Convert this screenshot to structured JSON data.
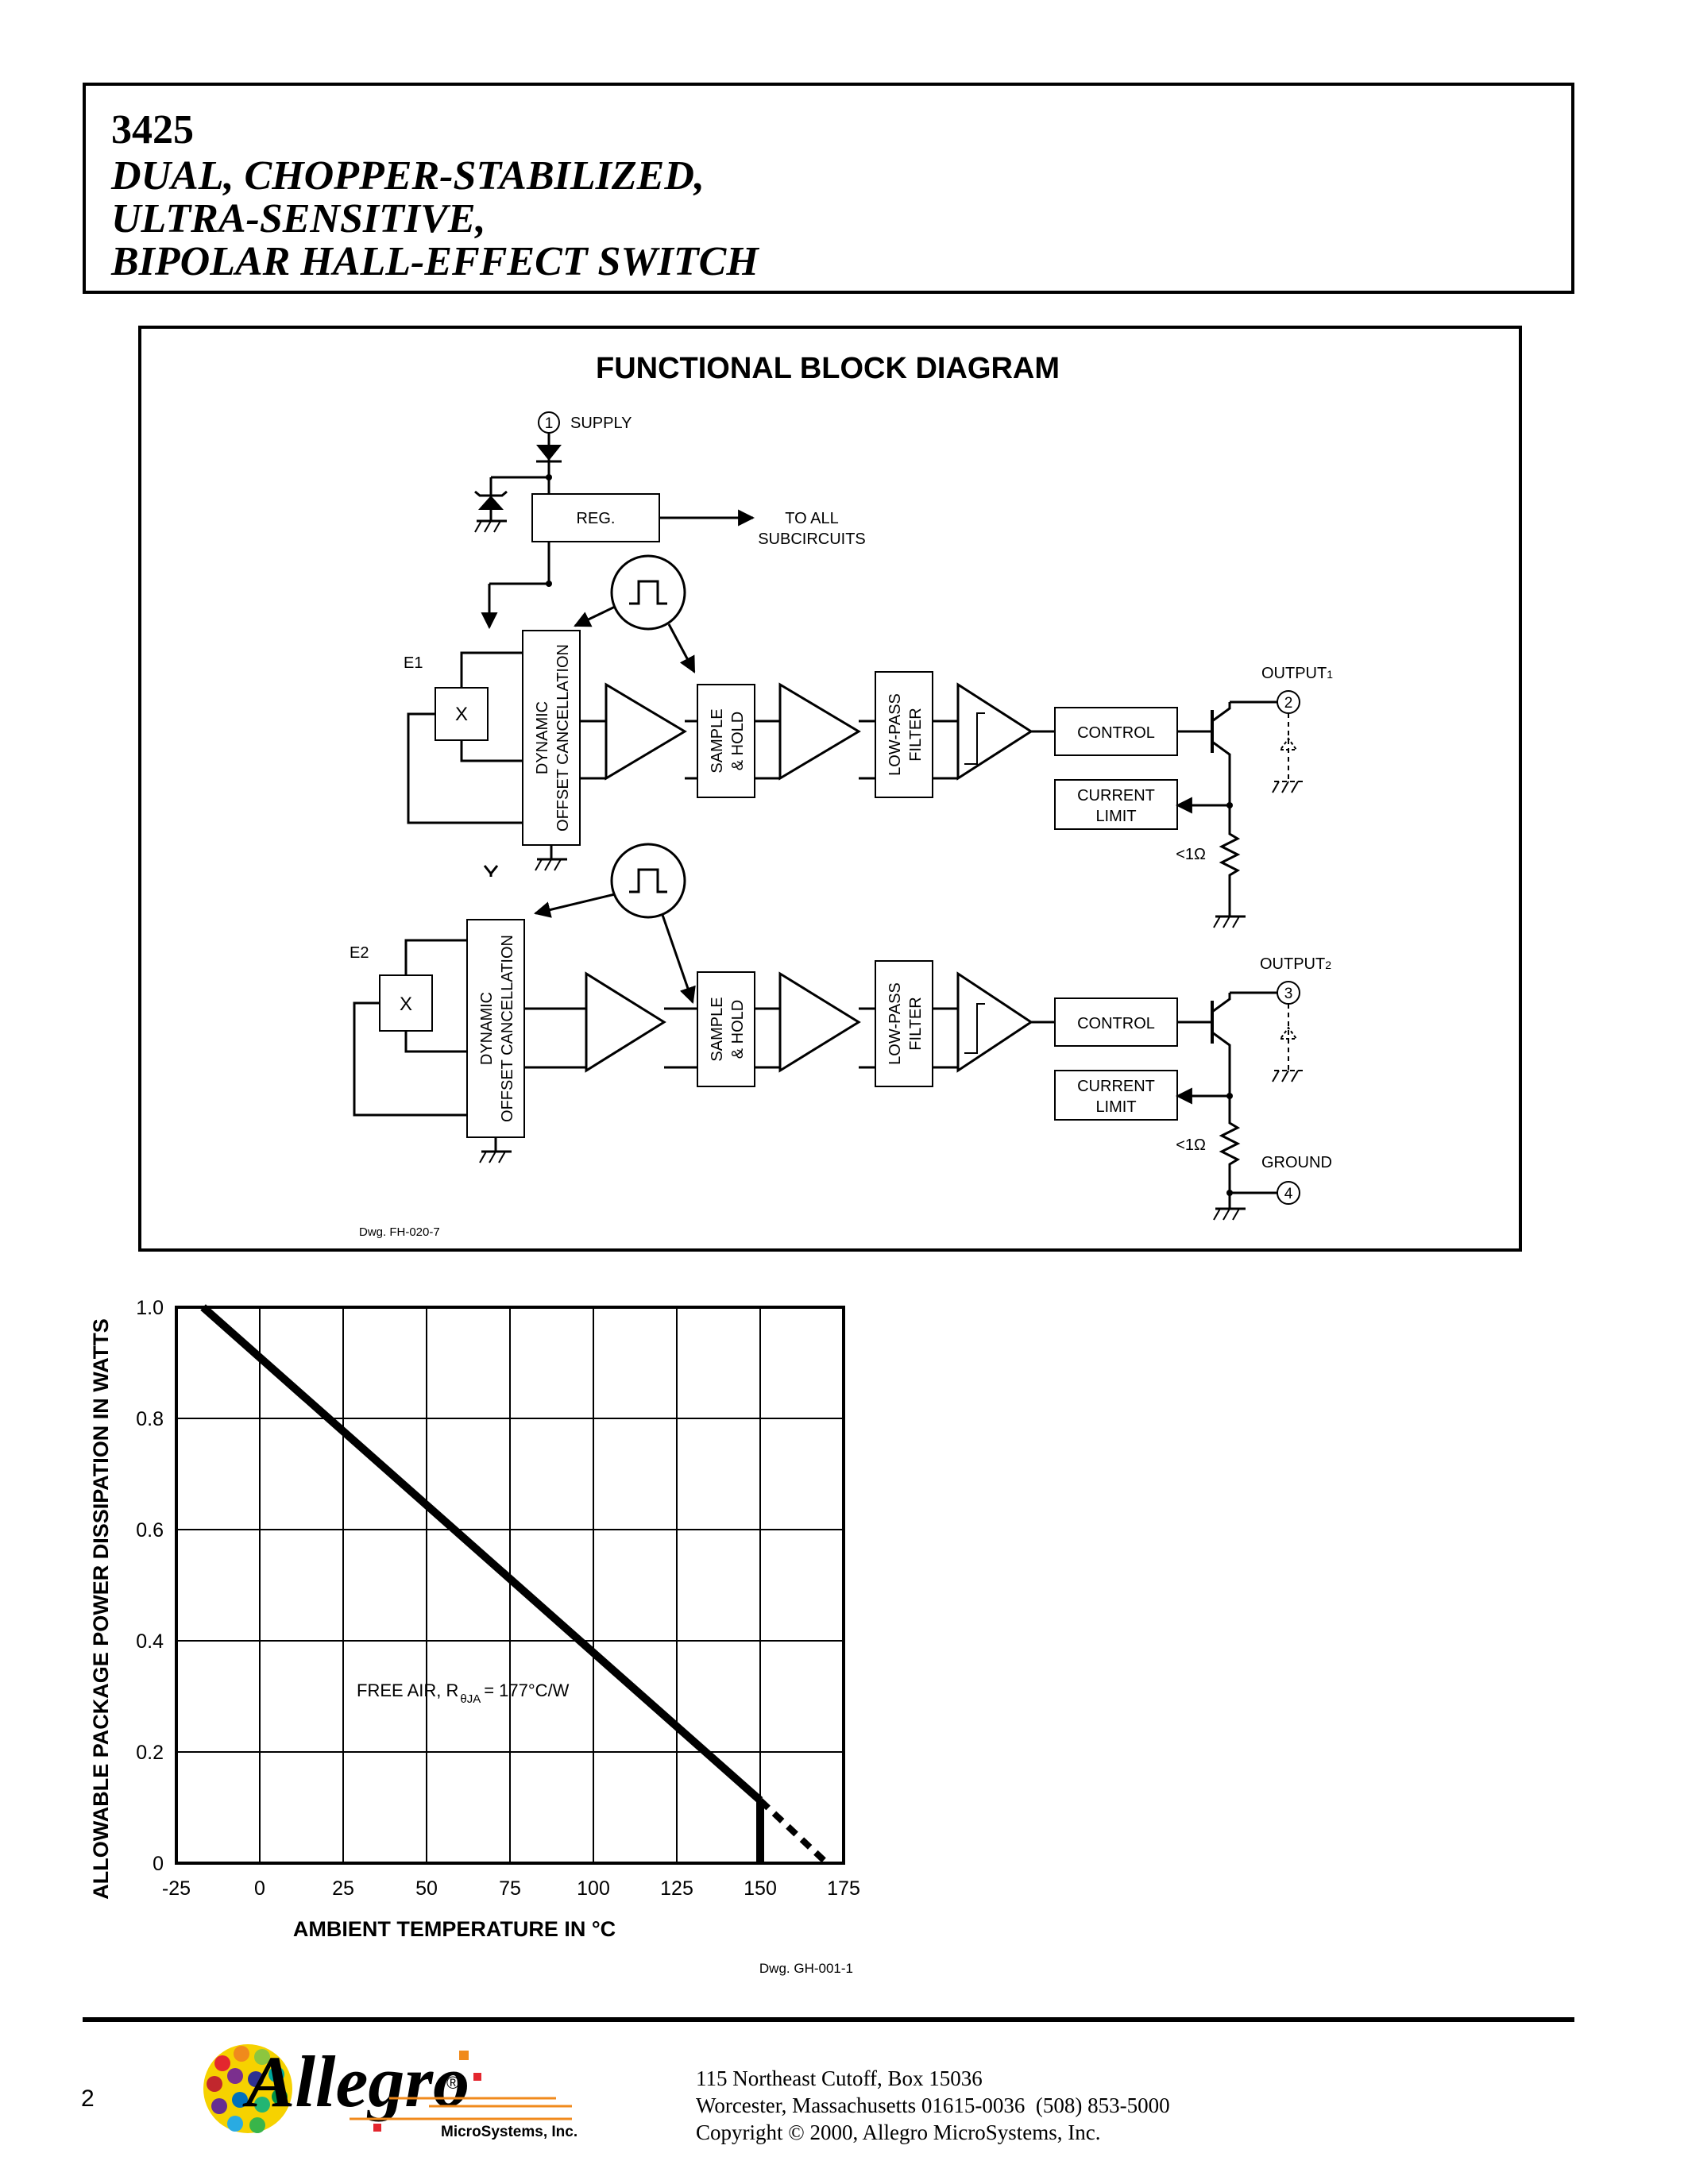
{
  "header": {
    "part_number": "3425",
    "title_lines": [
      "DUAL, CHOPPER-STABILIZED,",
      "ULTRA-SENSITIVE,",
      "BIPOLAR HALL-EFFECT SWITCH"
    ]
  },
  "block_diagram": {
    "heading": "FUNCTIONAL BLOCK DIAGRAM",
    "supply_label": "SUPPLY",
    "pins": {
      "supply": "1",
      "output1": "2",
      "output2": "3",
      "ground": "4"
    },
    "reg_label": "REG.",
    "subcircuits_lines": [
      "TO ALL",
      "SUBCIRCUITS"
    ],
    "hall_labels": [
      "E1",
      "E2"
    ],
    "multiplier_label": "X",
    "dynamic_lines": [
      "DYNAMIC",
      "OFFSET CANCELLATION"
    ],
    "sample_lines": [
      "SAMPLE",
      "& HOLD"
    ],
    "filter_lines": [
      "LOW-PASS",
      "FILTER"
    ],
    "control_label": "CONTROL",
    "current_limit_lines": [
      "CURRENT",
      "LIMIT"
    ],
    "output1_label": "OUTPUT",
    "output1_sub": "1",
    "output2_label": "OUTPUT",
    "output2_sub": "2",
    "ground_label": "GROUND",
    "resistor_label": "<1Ω",
    "drawing_number": "Dwg. FH-020-7"
  },
  "chart_data": {
    "type": "line",
    "ylabel": "ALLOWABLE PACKAGE POWER DISSIPATION IN WATTS",
    "xlabel": "AMBIENT TEMPERATURE IN °C",
    "xlim": [
      -25,
      175
    ],
    "ylim": [
      0,
      1.0
    ],
    "x_ticks": [
      -25,
      0,
      25,
      50,
      75,
      100,
      125,
      150,
      175
    ],
    "y_ticks": [
      0,
      0.2,
      0.4,
      0.6,
      0.8,
      1.0
    ],
    "y_tick_labels": [
      "0",
      "0.2",
      "0.4",
      "0.6",
      "0.8",
      "1.0"
    ],
    "grid": true,
    "series": [
      {
        "segments": [
          {
            "style": "solid",
            "x": [
              -17,
              150
            ],
            "y": [
              1.0,
              0.113
            ]
          },
          {
            "style": "dashed",
            "x": [
              150,
              170
            ],
            "y": [
              0.113,
              0.0
            ]
          },
          {
            "style": "solid",
            "x": [
              150,
              150
            ],
            "y": [
              0.113,
              0.0
            ]
          }
        ]
      }
    ],
    "annotation": {
      "text": "FREE AIR, R",
      "subscript": "θJA",
      "suffix": "= 177°C/W",
      "x": 90,
      "y": 0.28
    },
    "drawing_number": "Dwg. GH-001-1"
  },
  "footer": {
    "page_number": "2",
    "logo_text": "Allegro",
    "logo_sub": "MicroSystems, Inc.",
    "address_lines": [
      "115 Northeast Cutoff, Box 15036",
      "Worcester, Massachusetts 01615-0036  (508) 853-5000",
      "Copyright © 2000, Allegro MicroSystems, Inc."
    ]
  }
}
